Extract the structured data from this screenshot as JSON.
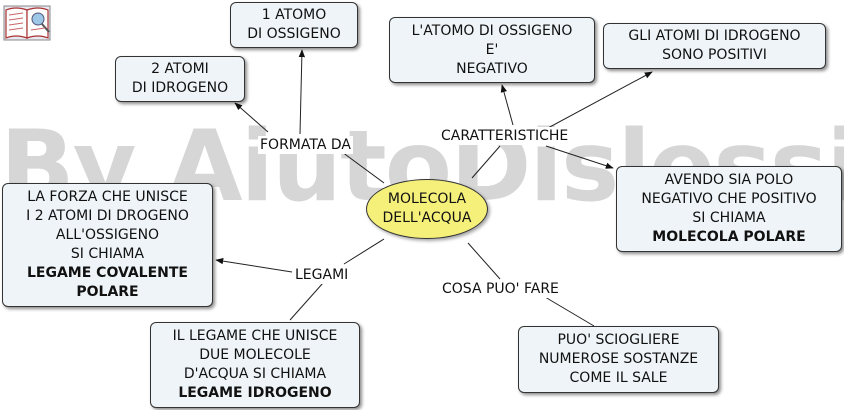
{
  "watermark": "By AiutoDislessia.net",
  "logo_icon": "open-book-icon",
  "center": {
    "line1": "MOLECOLA",
    "line2": "DELL'ACQUA"
  },
  "links": {
    "formata_da": "FORMATA DA",
    "caratteristiche": "CARATTERISTICHE",
    "legami": "LEGAMI",
    "cosa_puo_fare": "COSA PUO' FARE"
  },
  "nodes": {
    "atomo_ossigeno": {
      "l1": "1 ATOMO",
      "l2": "DI OSSIGENO"
    },
    "atomi_idrogeno": {
      "l1": "2 ATOMI",
      "l2": "DI IDROGENO"
    },
    "ossigeno_negativo": {
      "l1": "L'ATOMO DI OSSIGENO",
      "l2": "E'",
      "l3": "NEGATIVO"
    },
    "idrogeno_positivi": {
      "l1": "GLI ATOMI DI IDROGENO",
      "l2": "SONO POSITIVI"
    },
    "molecola_polare": {
      "l1": "AVENDO SIA POLO",
      "l2": "NEGATIVO CHE POSITIVO",
      "l3": "SI CHIAMA",
      "bold": "MOLECOLA POLARE"
    },
    "legame_covalente": {
      "l1": "LA FORZA CHE UNISCE",
      "l2": "I 2 ATOMI DI DROGENO",
      "l3": "ALL'OSSIGENO",
      "l4": "SI CHIAMA",
      "bold1": "LEGAME COVALENTE",
      "bold2": "POLARE"
    },
    "legame_idrogeno": {
      "l1": "IL LEGAME CHE UNISCE",
      "l2": "DUE MOLECOLE",
      "l3": "D'ACQUA SI CHIAMA",
      "bold": "LEGAME IDROGENO"
    },
    "sciogliere": {
      "l1": "PUO' SCIOGLIERE",
      "l2": "NUMEROSE SOSTANZE",
      "l3": "COME IL SALE"
    }
  }
}
